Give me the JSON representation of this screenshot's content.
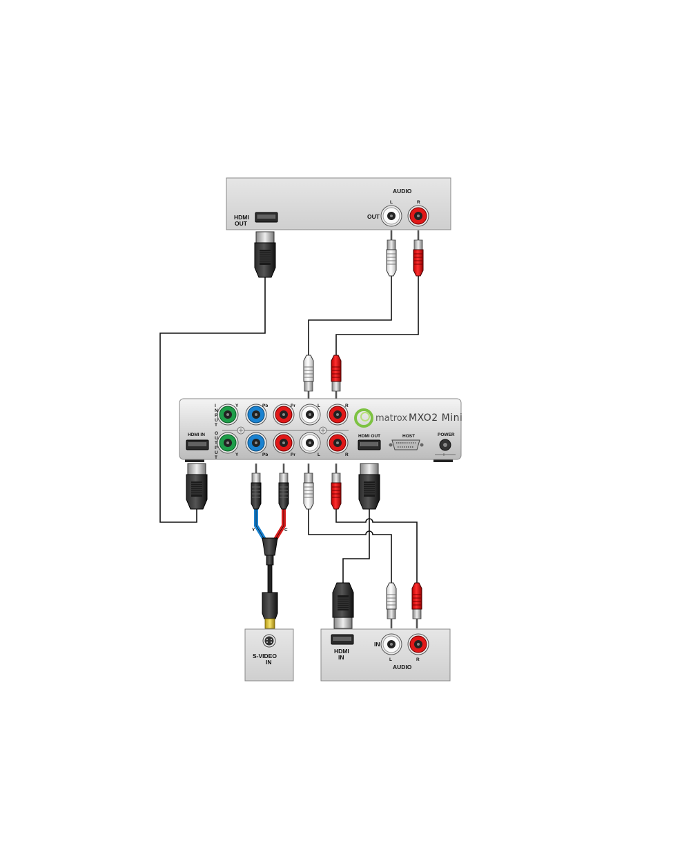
{
  "source_device": {
    "hdmi_out_label_line1": "HDMI",
    "hdmi_out_label_line2": "OUT",
    "audio_label": "AUDIO",
    "audio_out_label": "OUT",
    "left_label": "L",
    "right_label": "R"
  },
  "mxo2": {
    "brand_name": "matrox",
    "model_name": "MXO2 Mini",
    "input_vertical_label": "INPUT",
    "output_vertical_label": "OUTPUT",
    "input_connectors": [
      "Y",
      "Pb",
      "Pr",
      "L",
      "R"
    ],
    "output_connectors": [
      "Y",
      "Pb",
      "Pr",
      "L",
      "R"
    ],
    "hdmi_in_label": "HDMI IN",
    "hdmi_out_label": "HDMI OUT",
    "host_label": "HOST",
    "power_label": "POWER"
  },
  "svideo_cable": {
    "y_label": "Y",
    "c_label": "C"
  },
  "svideo_device": {
    "label_line1": "S-VIDEO",
    "label_line2": "IN"
  },
  "target_device": {
    "hdmi_in_label_line1": "HDMI",
    "hdmi_in_label_line2": "IN",
    "audio_in_label": "IN",
    "left_label": "L",
    "right_label": "R",
    "audio_label": "AUDIO"
  },
  "colors": {
    "rca_white": "#f4f4f4",
    "rca_red": "#e01818",
    "component_green": "#1f9e4a",
    "component_blue": "#1a82d0",
    "component_red": "#d81c1c",
    "panel_gray": "#d4d4d4",
    "matrox_green": "#7dc242"
  }
}
